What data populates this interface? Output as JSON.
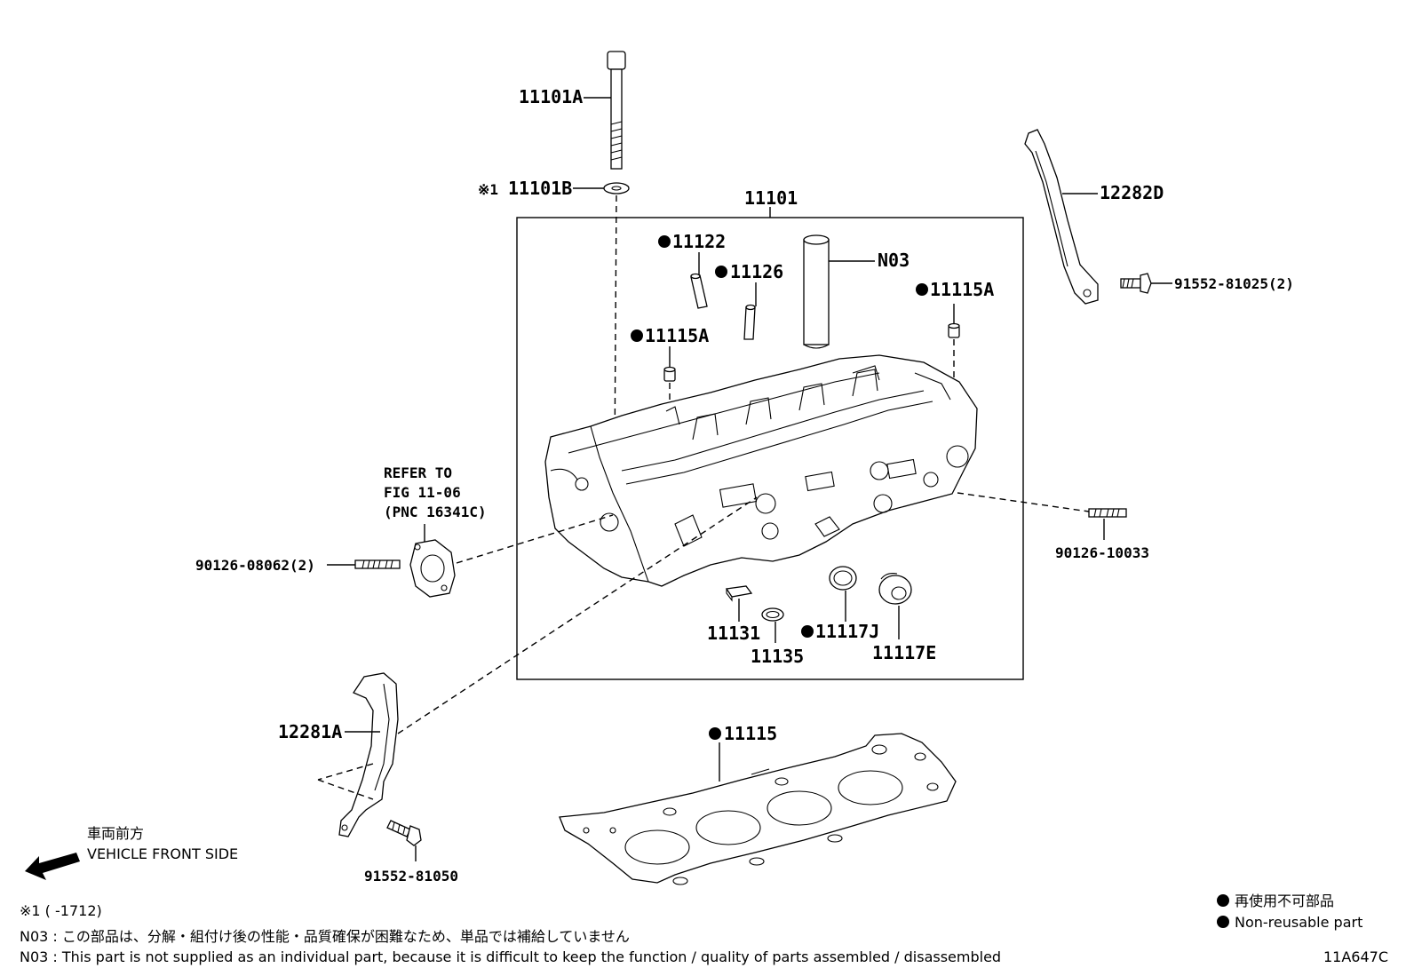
{
  "parts": {
    "p11101A": "11101A",
    "p11101B": "11101B",
    "p11101B_mark": "※1",
    "p11101": "11101",
    "p11122": "11122",
    "p11126": "11126",
    "pN03": "N03",
    "p11115A_left": "11115A",
    "p11115A_right": "11115A",
    "p12282D": "12282D",
    "p91552_81025": "91552-81025(2)",
    "p90126_08062": "90126-08062(2)",
    "p90126_10033": "90126-10033",
    "p11131": "11131",
    "p11135": "11135",
    "p11117J": "11117J",
    "p11117E": "11117E",
    "p12281A": "12281A",
    "p11115": "11115",
    "p91552_81050": "91552-81050"
  },
  "refer": {
    "line1": "REFER TO",
    "line2": "FIG 11-06",
    "line3": "(PNC 16341C)"
  },
  "direction": {
    "jp": "車両前方",
    "en": "VEHICLE FRONT SIDE"
  },
  "notes": {
    "footnote1": "※1 (     -1712)",
    "n03_jp": "N03 : この部品は、分解・組付け後の性能・品質確保が困難なため、単品では補給していません",
    "n03_en": "N03 : This part is not supplied as an individual part, because it is difficult to keep the function / quality of parts  assembled / disassembled"
  },
  "legend": {
    "jp": "再使用不可部品",
    "en": "Non-reusable part"
  },
  "figure_code": "11A647C"
}
